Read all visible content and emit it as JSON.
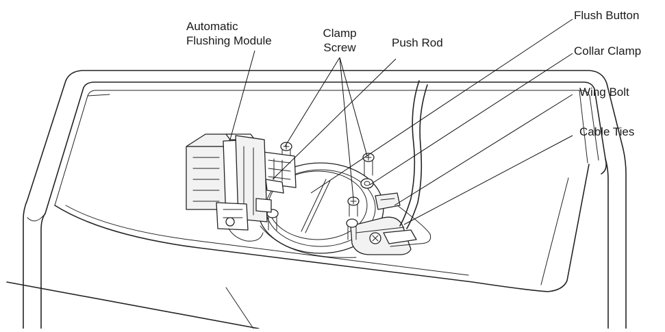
{
  "labels": {
    "automatic_flushing_module": [
      "Automatic",
      "Flushing Module"
    ],
    "clamp_screw": [
      "Clamp",
      "Screw"
    ],
    "push_rod": "Push Rod",
    "flush_button": "Flush Button",
    "collar_clamp": "Collar Clamp",
    "wing_bolt": "Wing Bolt",
    "cable_ties": "Cable Ties"
  },
  "colors": {
    "line": "#222222",
    "background": "#ffffff"
  }
}
